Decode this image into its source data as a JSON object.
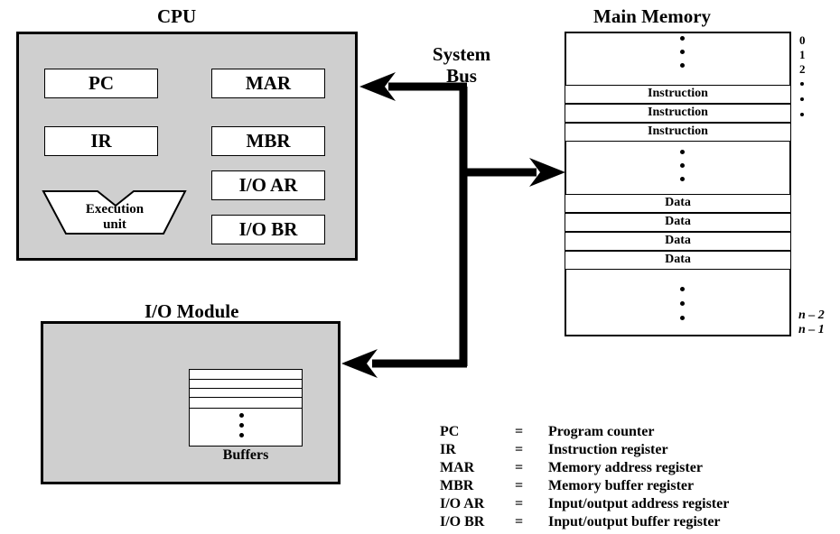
{
  "cpu": {
    "title": "CPU",
    "registers": {
      "pc": "PC",
      "mar": "MAR",
      "ir": "IR",
      "mbr": "MBR",
      "io_ar": "I/O AR",
      "io_br": "I/O BR"
    },
    "execution_unit": {
      "line1": "Execution",
      "line2": "unit"
    }
  },
  "bus": {
    "line1": "System",
    "line2": "Bus"
  },
  "memory": {
    "title": "Main Memory",
    "instruction_rows": [
      "Instruction",
      "Instruction",
      "Instruction"
    ],
    "data_rows": [
      "Data",
      "Data",
      "Data",
      "Data"
    ],
    "addresses": {
      "a0": "0",
      "a1": "1",
      "a2": "2",
      "n2": "n – 2",
      "n1": "n – 1"
    }
  },
  "io_module": {
    "title": "I/O Module",
    "buffers_label": "Buffers"
  },
  "legend": [
    {
      "abbr": "PC",
      "eq": "=",
      "desc": "Program counter"
    },
    {
      "abbr": "IR",
      "eq": "=",
      "desc": "Instruction register"
    },
    {
      "abbr": "MAR",
      "eq": "=",
      "desc": "Memory address register"
    },
    {
      "abbr": "MBR",
      "eq": "=",
      "desc": "Memory buffer register"
    },
    {
      "abbr": "I/O AR",
      "eq": "=",
      "desc": "Input/output address register"
    },
    {
      "abbr": "I/O BR",
      "eq": "=",
      "desc": "Input/output buffer register"
    }
  ],
  "colors": {
    "panel_fill": "#cfcfcf",
    "stroke": "#000000",
    "background": "#ffffff"
  }
}
